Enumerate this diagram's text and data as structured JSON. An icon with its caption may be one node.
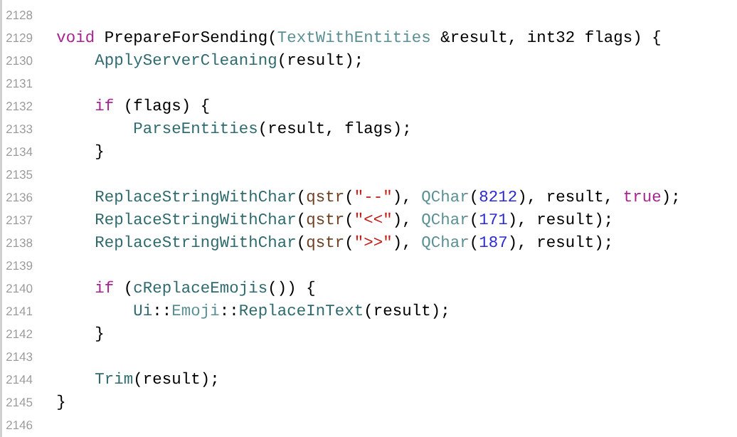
{
  "diagram": {
    "labels": [
      "2128",
      "2129",
      "void",
      "PrepareForSending(",
      "TextWithEntities",
      "&result, int32 flags) {",
      "2130",
      "ApplyServerCleaning",
      "(result);",
      "2131",
      "2132",
      "if",
      "(flags) {",
      "2133",
      "ParseEntities",
      "(result, flags);",
      "2134",
      "}",
      "2135",
      "2136",
      "ReplaceStringWithChar",
      "(",
      "qstr",
      "(",
      "\"--\"",
      "),",
      "QChar",
      "(",
      "8212",
      "), result,",
      "true",
      ");",
      "2137",
      "ReplaceStringWithChar",
      "(",
      "qstr",
      "(",
      "\"<<\"",
      "),",
      "QChar",
      "(",
      "171",
      "), result);",
      "2138",
      "ReplaceStringWithChar",
      "(",
      "qstr",
      "(",
      "\">>\"",
      "),",
      "QChar",
      "(",
      "187",
      "), result);",
      "2139",
      "2140",
      "if",
      "(",
      "cReplaceEmojis",
      "()) {",
      "2141",
      "Ui",
      "::",
      "Emoji",
      "::",
      "ReplaceInText",
      "(result);",
      "2142",
      "}",
      "2143",
      "2144",
      "Trim",
      "(result);",
      "2145",
      "}",
      "2146"
    ]
  }
}
